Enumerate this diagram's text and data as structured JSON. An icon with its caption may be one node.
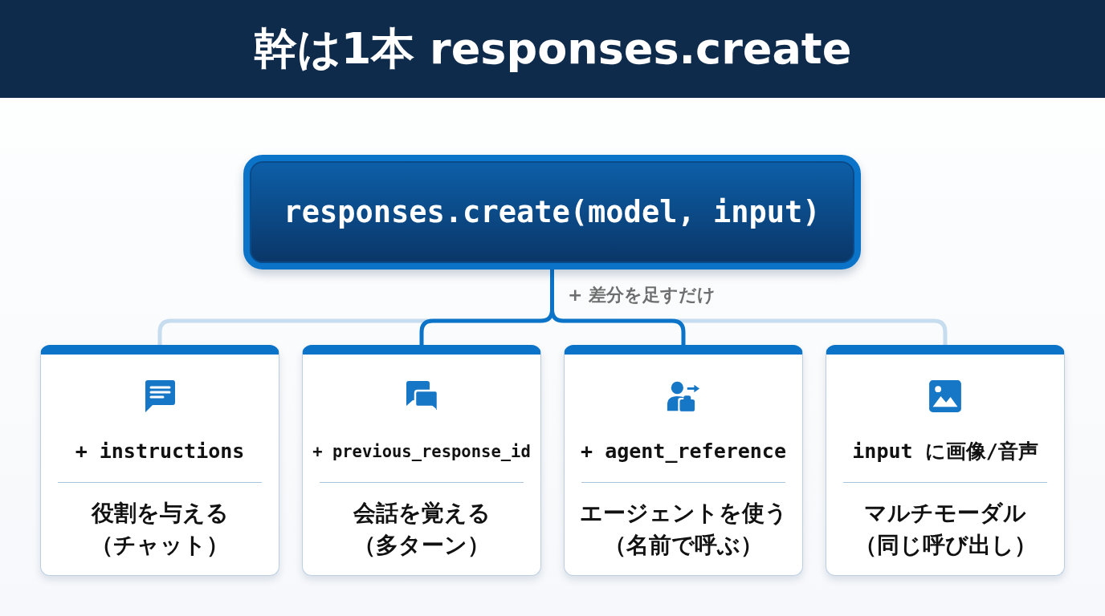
{
  "diagram": {
    "title": "幹は1本 responses.create",
    "nodes": [
      {
        "text": [
          "responses.create(model, input)"
        ]
      },
      {
        "text": [
          "+ instructions",
          "役割を与える（チャット）"
        ]
      },
      {
        "text": [
          "+ previous_response_id",
          "会話を覚える（多ターン）"
        ]
      },
      {
        "text": [
          "+ agent_reference",
          "エージェントを使う（名前で呼ぶ）"
        ]
      },
      {
        "text": [
          "input に画像/音声",
          "マルチモーダル（同じ呼び出し）"
        ]
      }
    ],
    "edges": [
      {
        "from": 0,
        "to": 1,
        "arrow": "none",
        "color": "#c6dcef"
      },
      {
        "from": 0,
        "to": 2,
        "arrow": "none"
      },
      {
        "from": 0,
        "to": 3,
        "arrow": "none"
      },
      {
        "from": 0,
        "to": 4,
        "arrow": "none",
        "color": "#c6dcef"
      }
    ],
    "labels": [
      "+ 差分を足すだけ"
    ]
  }
}
